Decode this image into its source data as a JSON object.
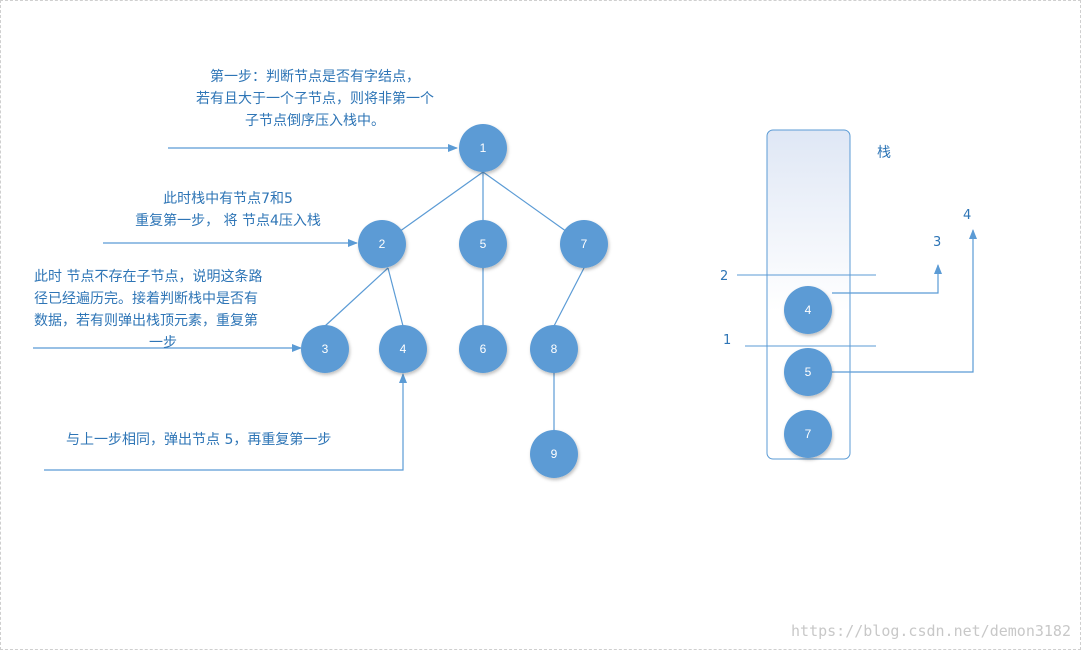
{
  "notes": {
    "step1_line1": "第一步：判断节点是否有字结点，",
    "step1_line2": "若有且大于一个子节点，则将非第一个",
    "step1_line3": "子节点倒序压入栈中。",
    "step2_line1": "此时栈中有节点7和5",
    "step2_line2": "重复第一步， 将 节点4压入栈",
    "step3_line1": "此时 节点不存在子节点，说明这条路",
    "step3_line2": "径已经遍历完。接着判断栈中是否有",
    "step3_line3": "数据，若有则弹出栈顶元素，重复第",
    "step3_line4": "一步",
    "step4_line1": "与上一步相同，弹出节点 5，再重复第一步"
  },
  "tree_nodes": [
    "1",
    "2",
    "5",
    "7",
    "3",
    "4",
    "6",
    "8",
    "9"
  ],
  "stack": {
    "title": "栈",
    "items": [
      "4",
      "5",
      "7"
    ],
    "marker_1": "1",
    "marker_2": "2",
    "marker_3": "3",
    "marker_4": "4"
  },
  "watermark": "https://blog.csdn.net/demon3182",
  "colors": {
    "node_fill": "#5b9bd5",
    "line": "#5b9bd5",
    "text": "#2e75b6"
  }
}
